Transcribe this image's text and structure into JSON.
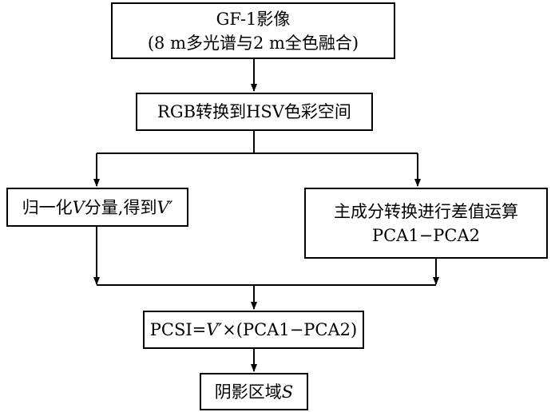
{
  "nodes": {
    "source": {
      "line1": "GF-1影像",
      "line2": "(8 m多光谱与2 m全色融合)"
    },
    "convert": {
      "line1": "RGB转换到HSV色彩空间"
    },
    "normalize": {
      "prefix": "归一化",
      "var": "V",
      "middle": "分量,得到",
      "var_prime": "V′"
    },
    "pca": {
      "line1": "主成分转换进行差值运算",
      "line2": "PCA1−PCA2"
    },
    "pcsi": {
      "prefix": "PCSI=",
      "var_prime": "V′",
      "suffix": "×(PCA1−PCA2)"
    },
    "shadow": {
      "prefix": "阴影区域",
      "var": "S"
    }
  }
}
